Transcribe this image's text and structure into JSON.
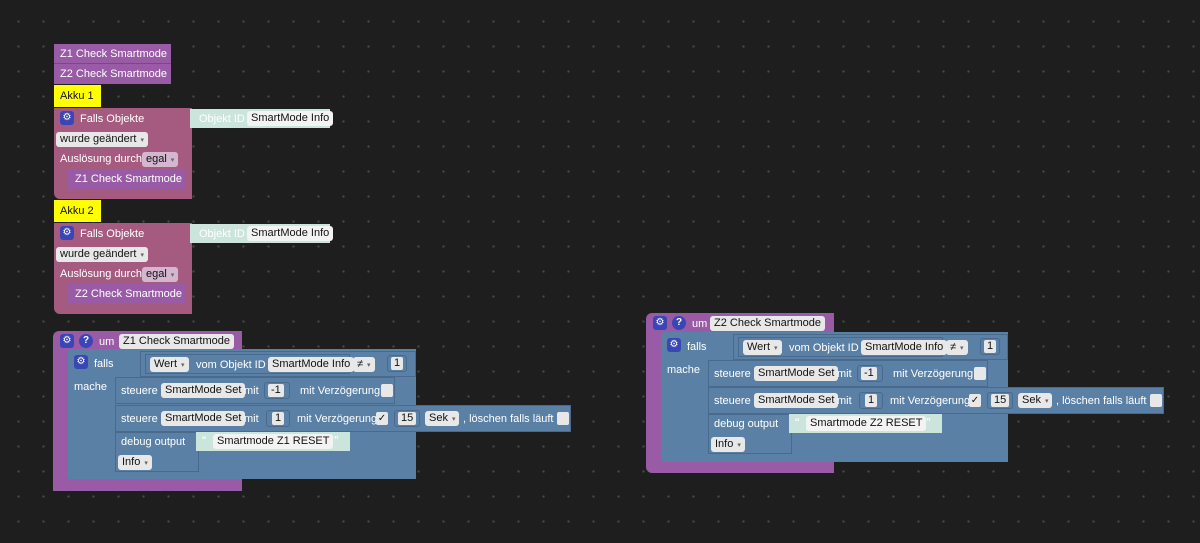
{
  "calls": {
    "z1_top": "Z1 Check Smartmode",
    "z2_top": "Z2 Check Smartmode"
  },
  "akku1": {
    "comment": "Akku 1",
    "trigger_label": "Falls Objekte",
    "objekt_label": "Objekt ID",
    "objekt_value": "SmartMode Info",
    "changed_option": "wurde geändert",
    "ausloesung_label": "Auslösung durch",
    "ausloesung_value": "egal",
    "call": "Z1 Check Smartmode"
  },
  "akku2": {
    "comment": "Akku 2",
    "trigger_label": "Falls Objekte",
    "objekt_label": "Objekt ID",
    "objekt_value": "SmartMode Info",
    "changed_option": "wurde geändert",
    "ausloesung_label": "Auslösung durch",
    "ausloesung_value": "egal",
    "call": "Z2 Check Smartmode"
  },
  "func1": {
    "um": "um",
    "name": "Z1 Check Smartmode",
    "falls": "falls",
    "mache": "mache",
    "wert": "Wert",
    "vom_objekt": "vom Objekt ID",
    "objekt": "SmartMode Info",
    "op": "≠",
    "compare": "1",
    "steuere": "steuere",
    "target": "SmartMode Set",
    "mit": "mit",
    "val1": "-1",
    "verz": "mit Verzögerung",
    "val2": "1",
    "check": "✓",
    "delay": "15",
    "unit": "Sek",
    "clear": ", löschen falls läuft",
    "debug": "debug output",
    "quote_open": "“",
    "quote_close": "”",
    "msg": "Smartmode Z1 RESET",
    "level": "Info"
  },
  "func2": {
    "um": "um",
    "name": "Z2 Check Smartmode",
    "falls": "falls",
    "mache": "mache",
    "wert": "Wert",
    "vom_objekt": "vom Objekt ID",
    "objekt": "SmartMode Info",
    "op": "≠",
    "compare": "1",
    "steuere": "steuere",
    "target": "SmartMode Set",
    "mit": "mit",
    "val1": "-1",
    "verz": "mit Verzögerung",
    "val2": "1",
    "check": "✓",
    "delay": "15",
    "unit": "Sek",
    "clear": ", löschen falls läuft",
    "debug": "debug output",
    "quote_open": "“",
    "quote_close": "”",
    "msg": "Smartmode Z2 RESET",
    "level": "Info"
  },
  "icons": {
    "gear": "⚙",
    "help": "?",
    "dropdown_arrow": "▾"
  },
  "colors": {
    "background": "#1e1e1e",
    "procedure": "#995ba5",
    "trigger": "#a55b80",
    "logic": "#5b80a5",
    "comment": "#ffff00",
    "objekt_field": "#cce5dc"
  }
}
